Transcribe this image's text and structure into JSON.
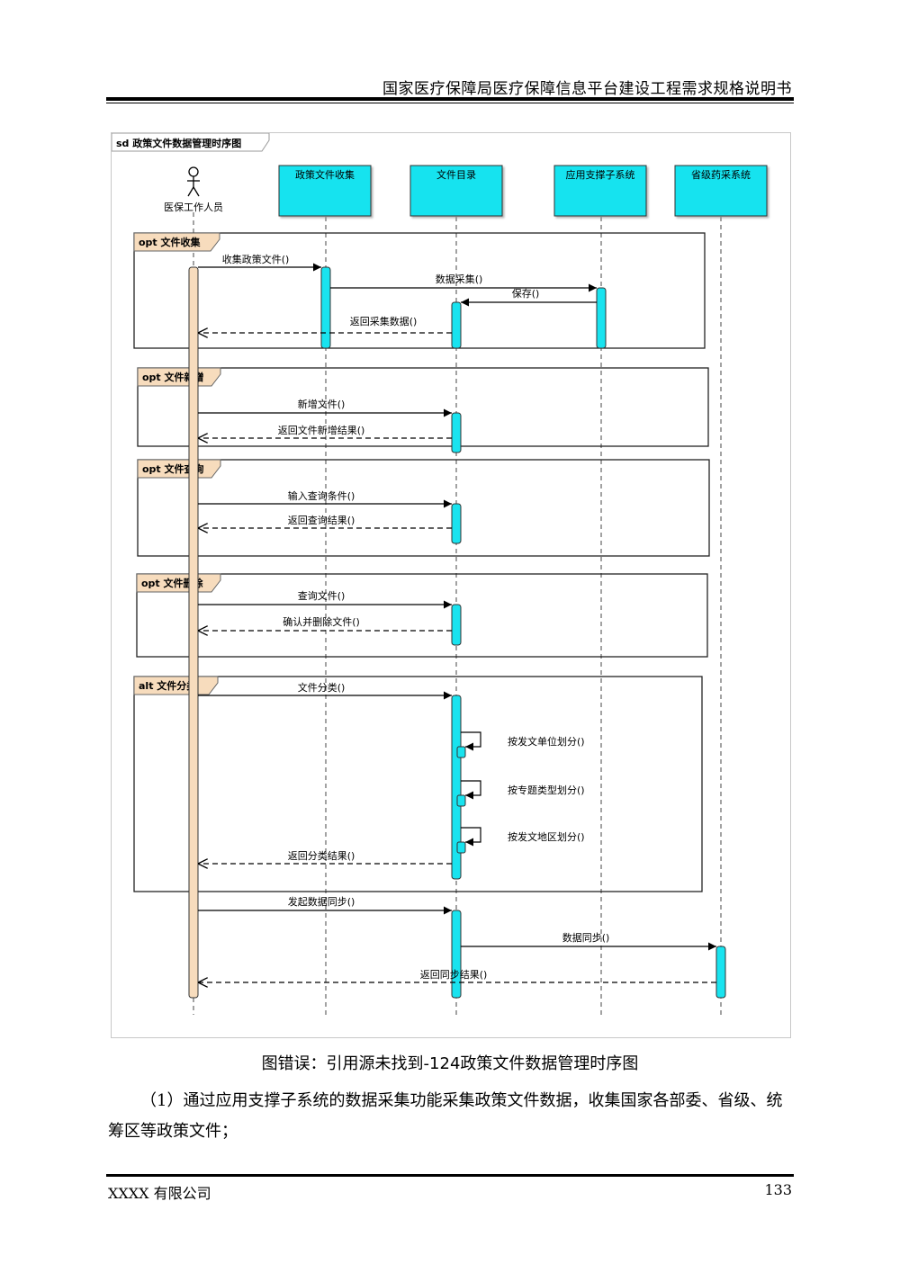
{
  "header": {
    "title": "国家医疗保障局医疗保障信息平台建设工程需求规格说明书"
  },
  "diagram": {
    "frame_title": "sd 政策文件数据管理时序图",
    "actor": "医保工作人员",
    "lifelines": [
      "政策文件收集",
      "文件目录",
      "应用支撑子系统",
      "省级药采系统"
    ],
    "fragments": [
      {
        "label": "opt 文件收集"
      },
      {
        "label": "opt 文件新增"
      },
      {
        "label": "opt 文件查询"
      },
      {
        "label": "opt 文件删除"
      },
      {
        "label": "alt 文件分类"
      }
    ],
    "messages": [
      "收集政策文件()",
      "数据采集()",
      "保存()",
      "返回采集数据()",
      "新增文件()",
      "返回文件新增结果()",
      "输入查询条件()",
      "返回查询结果()",
      "查询文件()",
      "确认并删除文件()",
      "文件分类()",
      "按发文单位划分()",
      "按专题类型划分()",
      "按发文地区划分()",
      "返回分类结果()",
      "发起数据同步()",
      "数据同步()",
      "返回同步结果()"
    ],
    "colors": {
      "lifeline_box": "#19e3ef",
      "actor_bar": "#f7dcbd",
      "fragment_tab": "#f7dcbd"
    }
  },
  "caption": "图错误：引用源未找到-124政策文件数据管理时序图",
  "paragraph": "（1）通过应用支撑子系统的数据采集功能采集政策文件数据，收集国家各部委、省级、统筹区等政策文件；",
  "footer": {
    "company": "XXXX 有限公司",
    "page_number": "133"
  }
}
